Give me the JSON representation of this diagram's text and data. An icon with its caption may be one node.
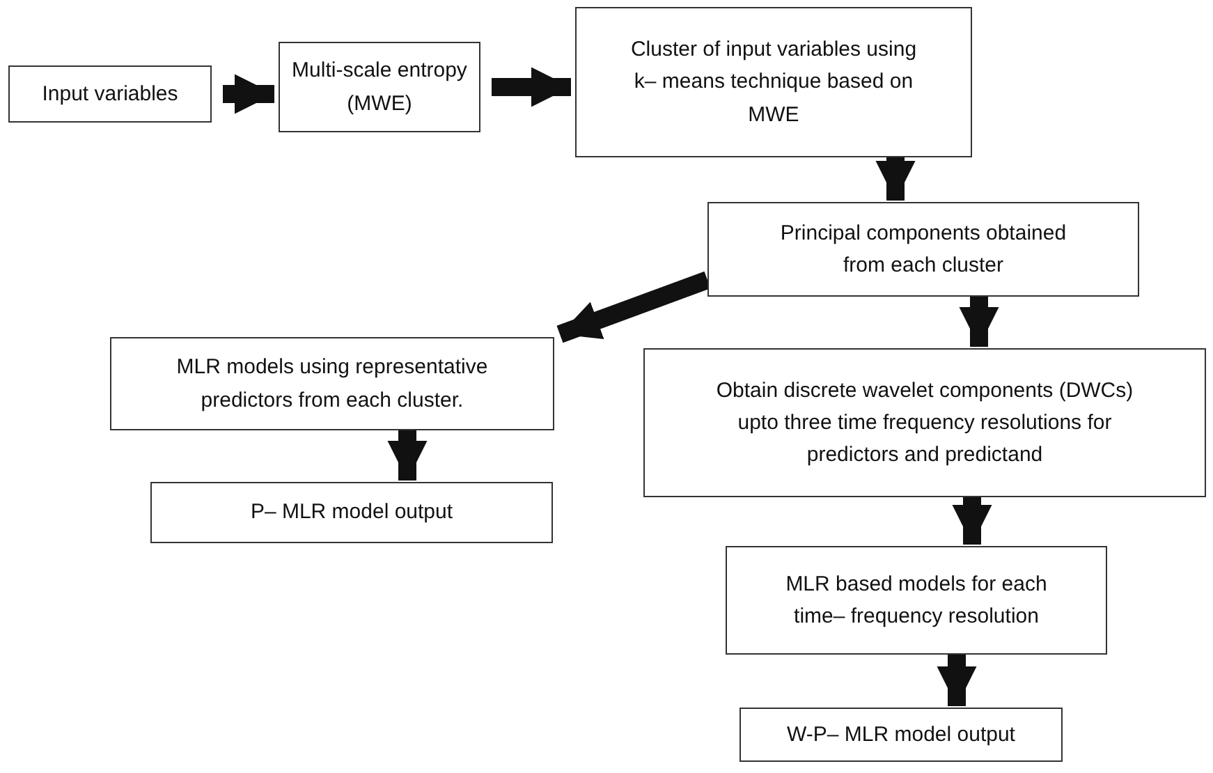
{
  "diagram": {
    "nodes": [
      {
        "text": [
          "Input variables"
        ]
      },
      {
        "text": [
          "Multi-scale entropy (MWE)"
        ]
      },
      {
        "text": [
          "Cluster of input variables using k– means technique based on MWE"
        ]
      },
      {
        "text": [
          "Principal components obtained from each cluster"
        ]
      },
      {
        "text": [
          "MLR models using representative predictors from each cluster."
        ]
      },
      {
        "text": [
          "P– MLR model output"
        ]
      },
      {
        "text": [
          "Obtain discrete wavelet components (DWCs) upto three time frequency resolutions for predictors and predictand"
        ]
      },
      {
        "text": [
          "MLR based models for each time– frequency resolution"
        ]
      },
      {
        "text": [
          "W-P– MLR model output"
        ]
      }
    ],
    "edges": [
      {
        "from": 0,
        "to": 1,
        "arrow": "to"
      },
      {
        "from": 1,
        "to": 2,
        "arrow": "to"
      },
      {
        "from": 2,
        "to": 3,
        "arrow": "to"
      },
      {
        "from": 3,
        "to": 4,
        "arrow": "to"
      },
      {
        "from": 3,
        "to": 6,
        "arrow": "to"
      },
      {
        "from": 4,
        "to": 5,
        "arrow": "to"
      },
      {
        "from": 6,
        "to": 7,
        "arrow": "to"
      },
      {
        "from": 7,
        "to": 8,
        "arrow": "to"
      }
    ]
  }
}
